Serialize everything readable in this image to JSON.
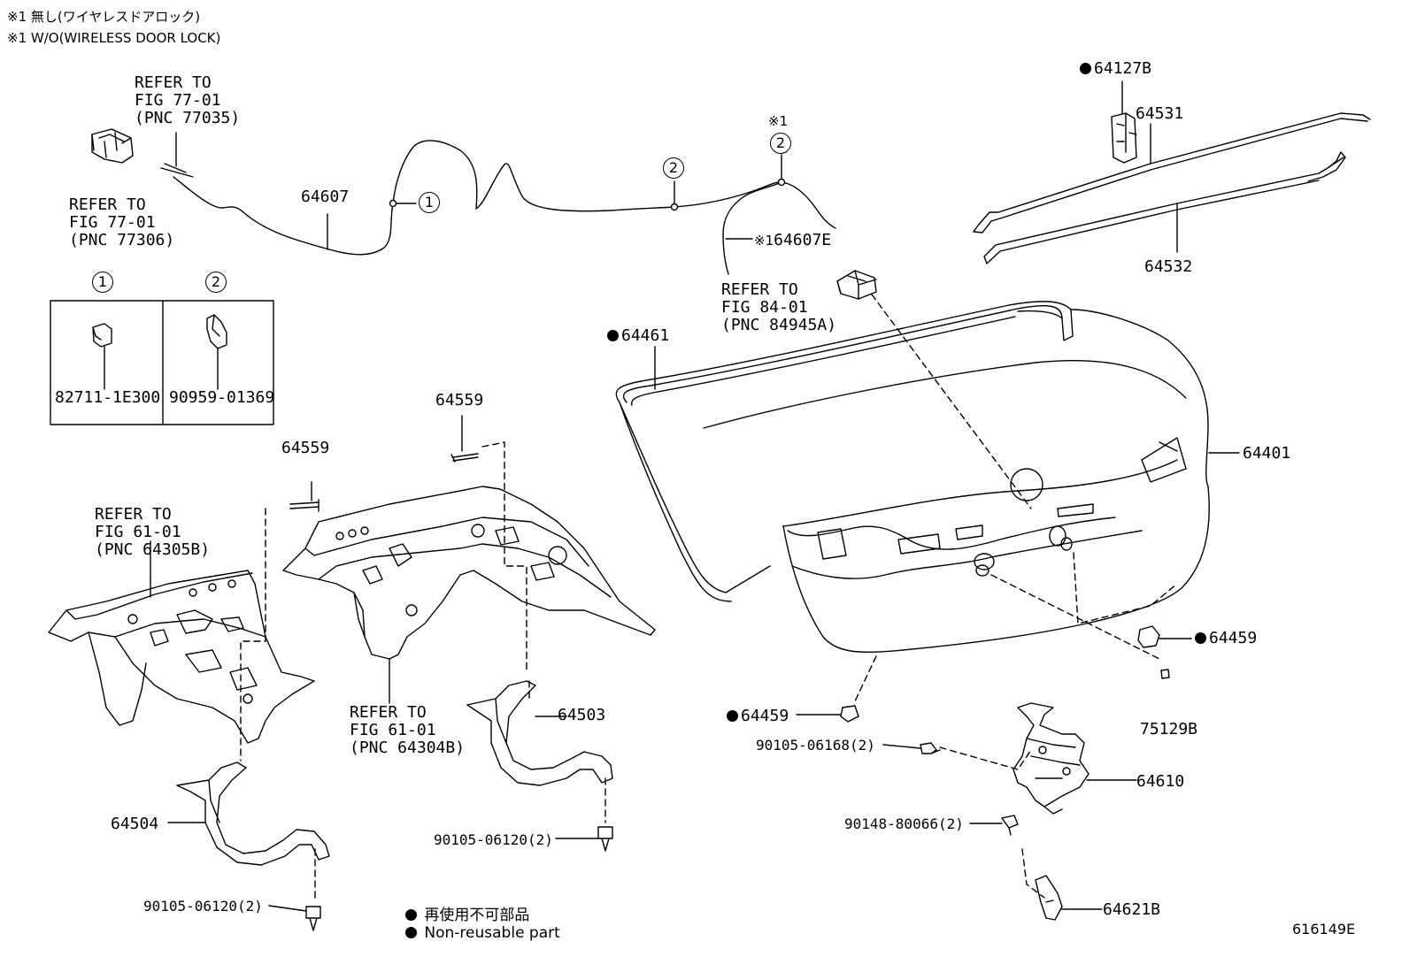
{
  "notes": {
    "line1": "※1 無し(ワイヤレスドアロック)",
    "line2": "※1 W/O(WIRELESS DOOR LOCK)"
  },
  "refs": {
    "fig77_top": "REFER TO\nFIG 77-01\n(PNC 77035)",
    "fig77_left": "REFER TO\nFIG 77-01\n(PNC 77306)",
    "fig84": "REFER TO\nFIG 84-01\n(PNC 84945A)",
    "fig61_left": "REFER TO\nFIG 61-01\n(PNC 64305B)",
    "fig61_center": "REFER TO\nFIG 61-01\n(PNC 64304B)"
  },
  "markers": {
    "one": "1",
    "two": "2",
    "note_mark": "※1"
  },
  "inset": {
    "part1": "82711-1E300",
    "part2": "90959-01369"
  },
  "parts": {
    "p64607": "64607",
    "p64607E": "64607E",
    "p64127B": "64127B",
    "p64531": "64531",
    "p64532": "64532",
    "p64461": "64461",
    "p64401": "64401",
    "p64559a": "64559",
    "p64559b": "64559",
    "p64459a": "64459",
    "p64459b": "64459",
    "p75129B": "75129B",
    "p64503": "64503",
    "p64504": "64504",
    "p64610": "64610",
    "p64621B": "64621B",
    "b90105_06168": "90105-06168(2)",
    "b90148_80066": "90148-80066(2)",
    "b90105_06120a": "90105-06120(2)",
    "b90105_06120b": "90105-06120(2)"
  },
  "legend": {
    "jp": "再使用不可部品",
    "en": "Non-reusable part"
  },
  "figure_id": "616149E"
}
